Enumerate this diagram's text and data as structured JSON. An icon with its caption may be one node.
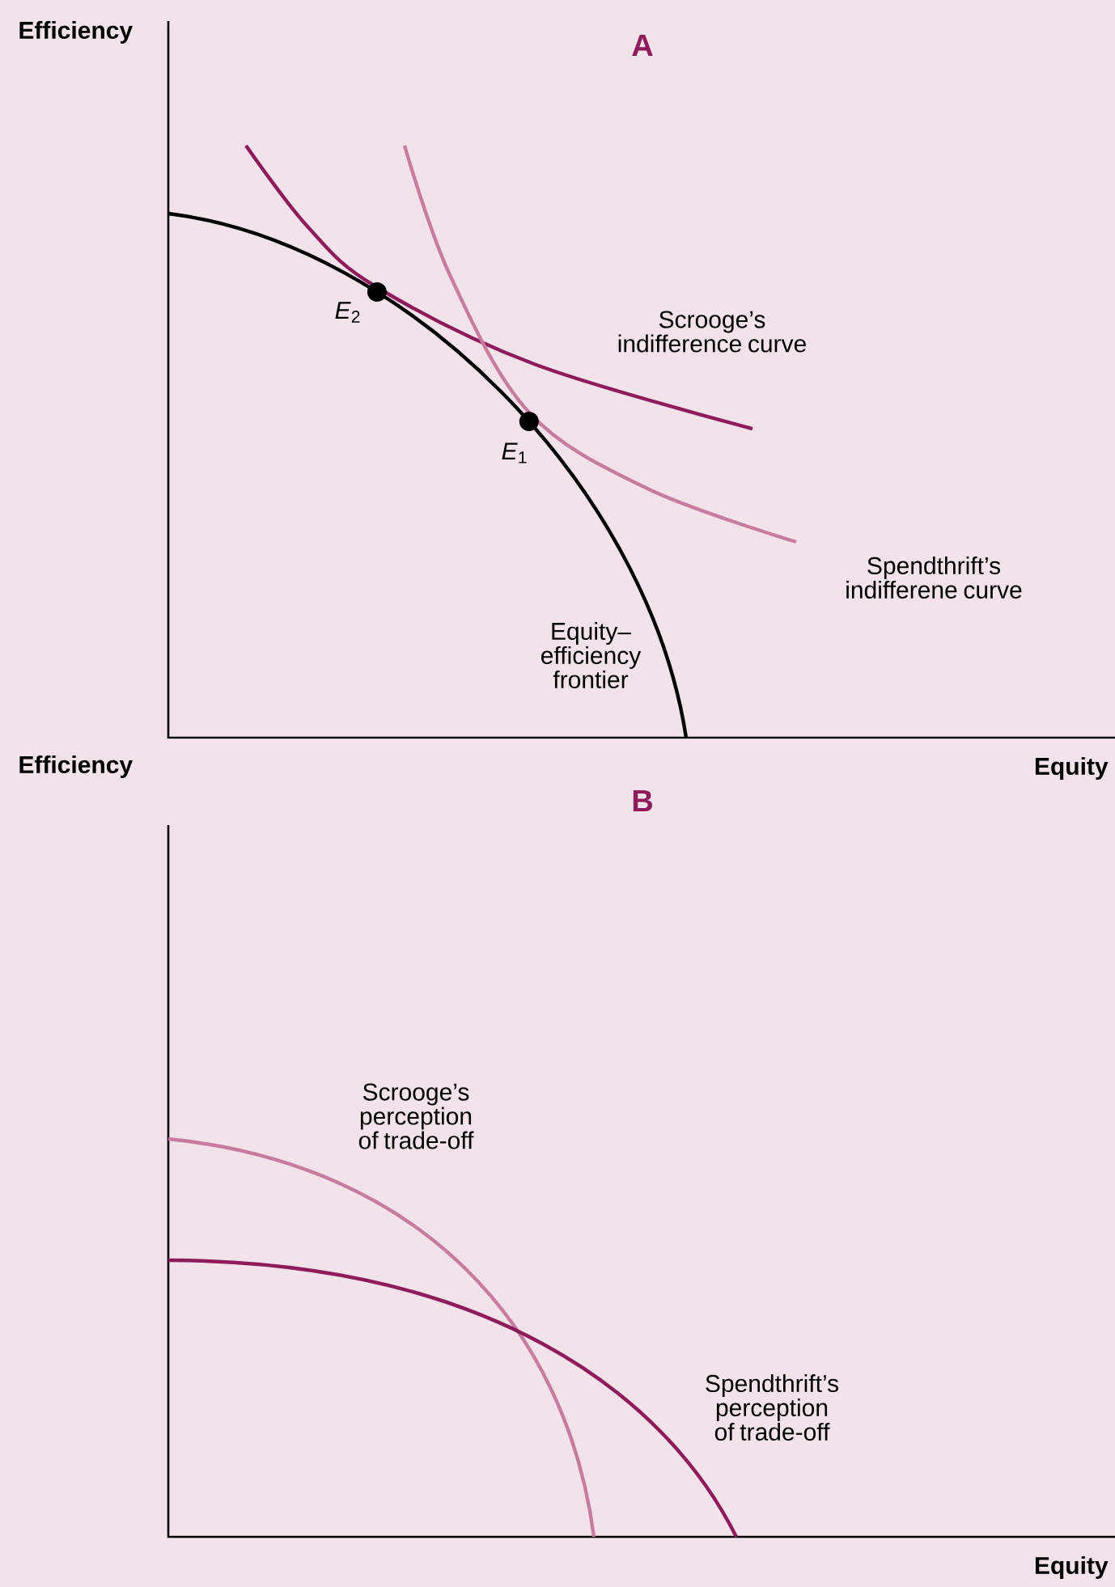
{
  "diagram": {
    "labels": [
      "Efficiency",
      "A",
      "Scrooge’s indifference curve",
      "*E*$_{2}$",
      "*E*$_{1}$",
      "Spendthrift’s indifferene curve",
      "Equity– efficiency frontier",
      "Equity",
      "Efficiency",
      "B",
      "Scrooge’s perception of trade-off",
      "Spendthrift’s perception of trade-off",
      "Equity"
    ]
  }
}
